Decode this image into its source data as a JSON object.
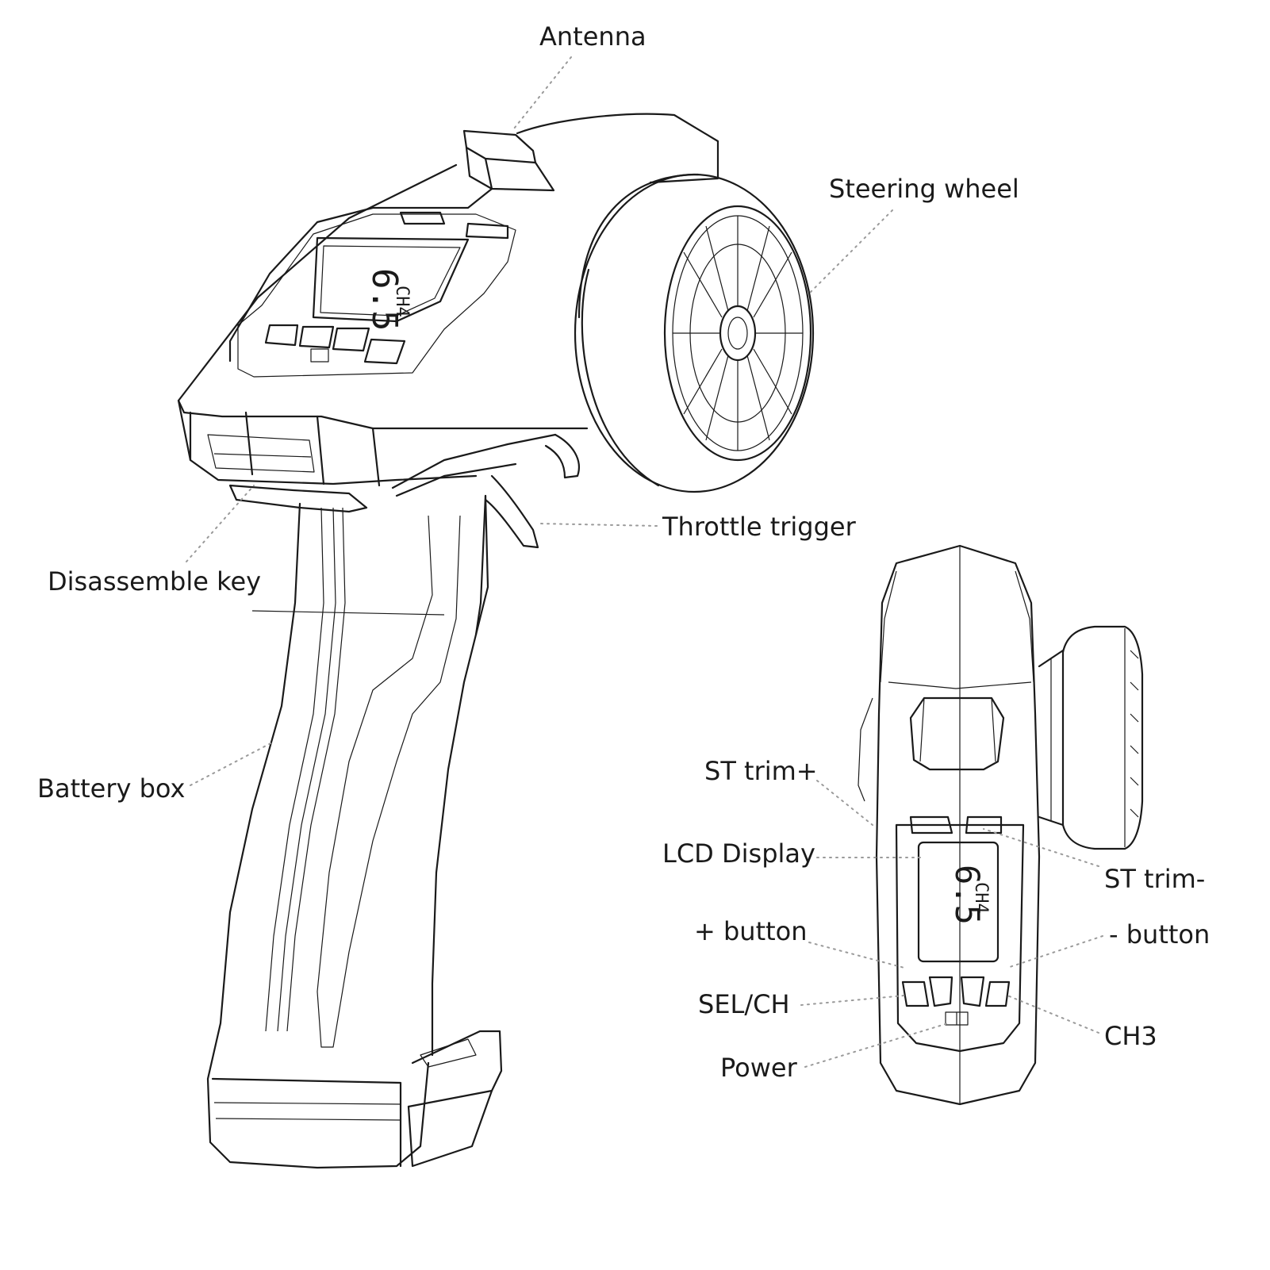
{
  "labels": {
    "antenna": "Antenna",
    "steering_wheel": "Steering wheel",
    "throttle_trigger": "Throttle trigger",
    "disassemble_key": "Disassemble key",
    "battery_box": "Battery box",
    "st_trim_plus": "ST trim+",
    "lcd_display": "LCD Display",
    "st_trim_minus": "ST trim-",
    "plus_button": "+ button",
    "minus_button": "- button",
    "sel_ch": "SEL/CH",
    "ch3": "CH3",
    "power": "Power"
  },
  "lcd": {
    "side_value": "6.5",
    "side_channel": "CH4",
    "front_value": "6.5",
    "front_channel": "CH4"
  },
  "colors": {
    "line": "#1a1a1a",
    "leader": "#9a9a9a",
    "background": "#ffffff"
  }
}
